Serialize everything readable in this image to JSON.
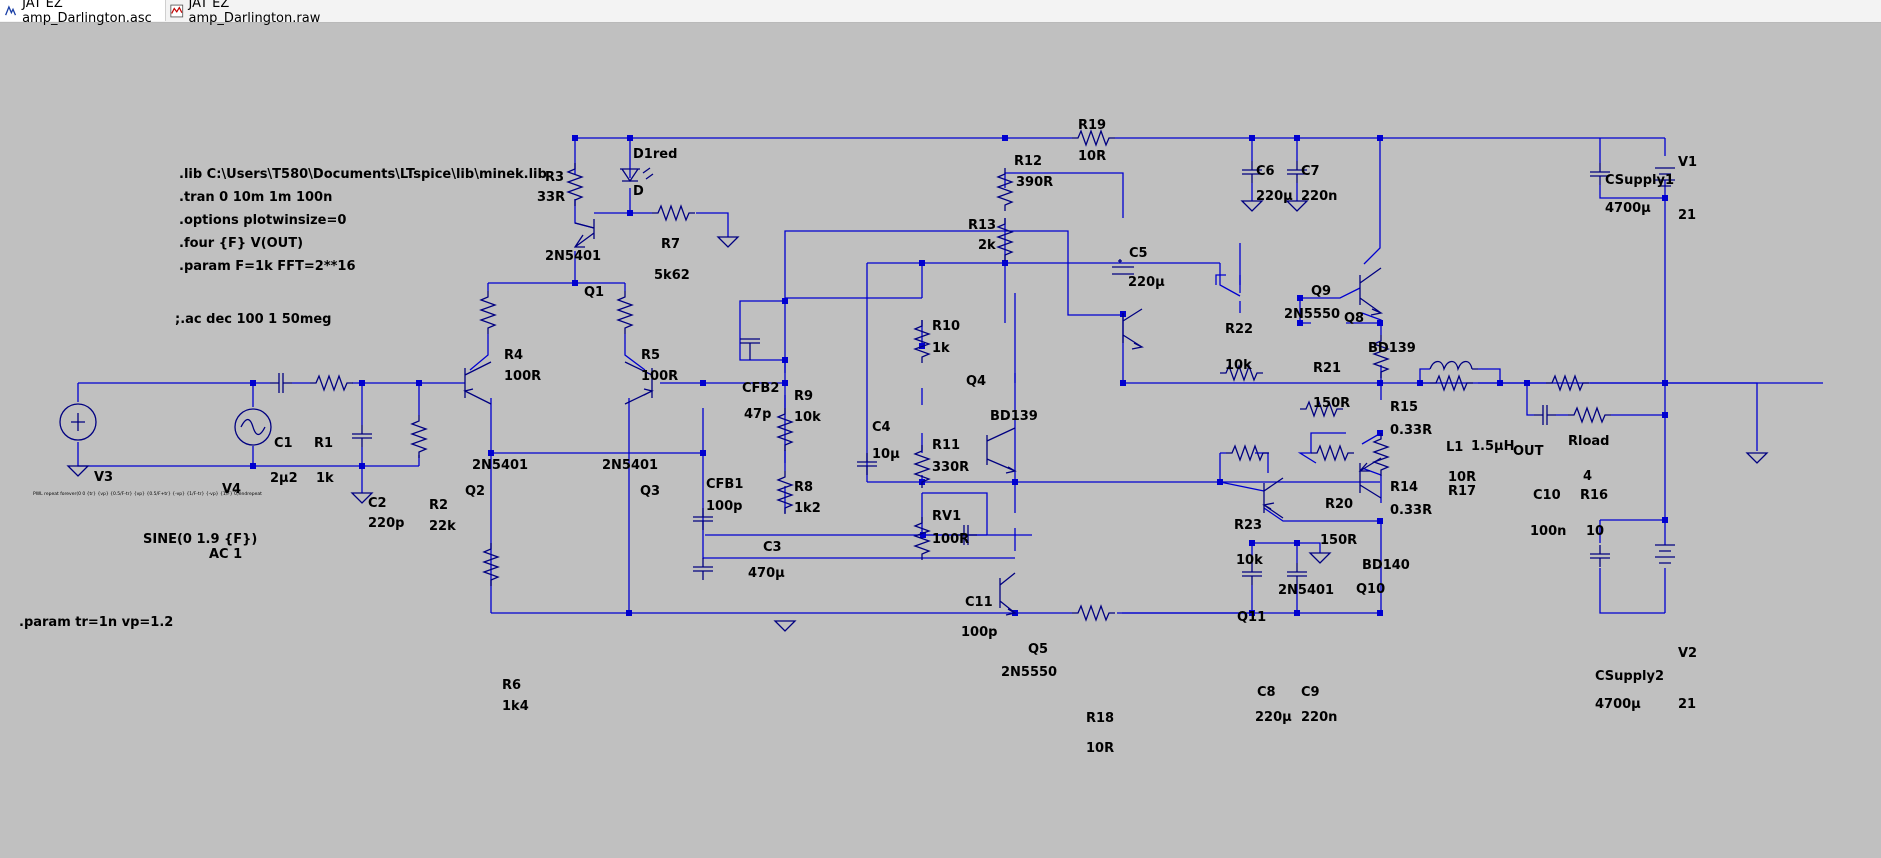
{
  "tabs": [
    {
      "label": "JAT EZ amp_Darlington.asc",
      "icon": "schematic-icon",
      "active": true
    },
    {
      "label": "JAT EZ amp_Darlington.raw",
      "icon": "waveform-icon",
      "active": false
    }
  ],
  "directives": [
    ".lib C:\\Users\\T580\\Documents\\LTspice\\lib\\minek.lib",
    ".tran 0 10m 1m 100n",
    ".options plotwinsize=0",
    ".four {F} V(OUT)",
    ".param F=1k FFT=2**16",
    ";.ac dec 100 1 50meg",
    "PWL repeat forever(0 0 {tr} {vp} {0.5/F-tr} {vp} {0.5/F+tr} {-vp} {1/F-tr} {-vp} {1/F} 0)endrepeat",
    ".param tr=1n vp=1.2"
  ],
  "components": {
    "R3": {
      "name": "R3",
      "value": "33R"
    },
    "D1": {
      "name": "D1red",
      "value": "D"
    },
    "Q1": {
      "name": "Q1",
      "value": "2N5401"
    },
    "R7": {
      "name": "R7",
      "value": "5k62"
    },
    "R12": {
      "name": "R12",
      "value": "390R"
    },
    "R13": {
      "name": "R13",
      "value": "2k"
    },
    "R19": {
      "name": "R19",
      "value": "10R"
    },
    "C5": {
      "name": "C5",
      "value": "220µ"
    },
    "C6": {
      "name": "C6",
      "value": "220µ"
    },
    "C7": {
      "name": "C7",
      "value": "220n"
    },
    "CSupply1": {
      "name": "CSupply1",
      "value": "4700µ"
    },
    "V1": {
      "name": "V1",
      "value": "21"
    },
    "R4": {
      "name": "R4",
      "value": "100R"
    },
    "R5": {
      "name": "R5",
      "value": "100R"
    },
    "Q2": {
      "name": "Q2",
      "value": "2N5401"
    },
    "Q3": {
      "name": "Q3",
      "value": "2N5401"
    },
    "V3": {
      "name": "V3"
    },
    "V4": {
      "name": "V4",
      "value": "SINE(0 1.9 {F})",
      "ac": "AC 1"
    },
    "C1": {
      "name": "C1",
      "value": "2µ2"
    },
    "R1": {
      "name": "R1",
      "value": "1k"
    },
    "C2": {
      "name": "C2",
      "value": "220p"
    },
    "R2": {
      "name": "R2",
      "value": "22k"
    },
    "CFB2": {
      "name": "CFB2",
      "value": "47p"
    },
    "R9": {
      "name": "R9",
      "value": "10k"
    },
    "CFB1": {
      "name": "CFB1",
      "value": "100p"
    },
    "R8": {
      "name": "R8",
      "value": "1k2"
    },
    "C3": {
      "name": "C3",
      "value": "470µ"
    },
    "R10": {
      "name": "R10",
      "value": "1k"
    },
    "C4": {
      "name": "C4",
      "value": "10µ"
    },
    "R11": {
      "name": "R11",
      "value": "330R"
    },
    "RV1": {
      "name": "RV1",
      "value": "100R"
    },
    "Q4": {
      "name": "Q4",
      "value": "BD139"
    },
    "Q9": {
      "name": "Q9",
      "value": "2N5550"
    },
    "Q8": {
      "name": "Q8",
      "value": "BD139"
    },
    "R22": {
      "name": "R22",
      "value": "10k"
    },
    "R21": {
      "name": "R21",
      "value": "150R"
    },
    "R15": {
      "name": "R15",
      "value": "0.33R"
    },
    "L1": {
      "name": "L1",
      "value": "1.5µH"
    },
    "R17": {
      "name": "R17",
      "value": "10R"
    },
    "OUT": {
      "name": "OUT"
    },
    "Rload": {
      "name": "Rload",
      "value": "4"
    },
    "C10": {
      "name": "C10",
      "value": "100n"
    },
    "R16": {
      "name": "R16",
      "value": "10"
    },
    "R14": {
      "name": "R14",
      "value": "0.33R"
    },
    "R20": {
      "name": "R20",
      "value": "150R"
    },
    "R23": {
      "name": "R23",
      "value": "10k"
    },
    "Q10": {
      "name": "Q10",
      "value": "BD140"
    },
    "Q11": {
      "name": "Q11",
      "value": "2N5401"
    },
    "R6": {
      "name": "R6",
      "value": "1k4"
    },
    "C11": {
      "name": "C11",
      "value": "100p"
    },
    "Q5": {
      "name": "Q5",
      "value": "2N5550"
    },
    "R18": {
      "name": "R18",
      "value": "10R"
    },
    "C8": {
      "name": "C8",
      "value": "220µ"
    },
    "C9": {
      "name": "C9",
      "value": "220n"
    },
    "CSupply2": {
      "name": "CSupply2",
      "value": "4700µ"
    },
    "V2": {
      "name": "V2",
      "value": "21"
    }
  },
  "colors": {
    "wire": "#0000d0",
    "component": "#000080",
    "background": "#c0c0c0",
    "text": "#000000"
  }
}
